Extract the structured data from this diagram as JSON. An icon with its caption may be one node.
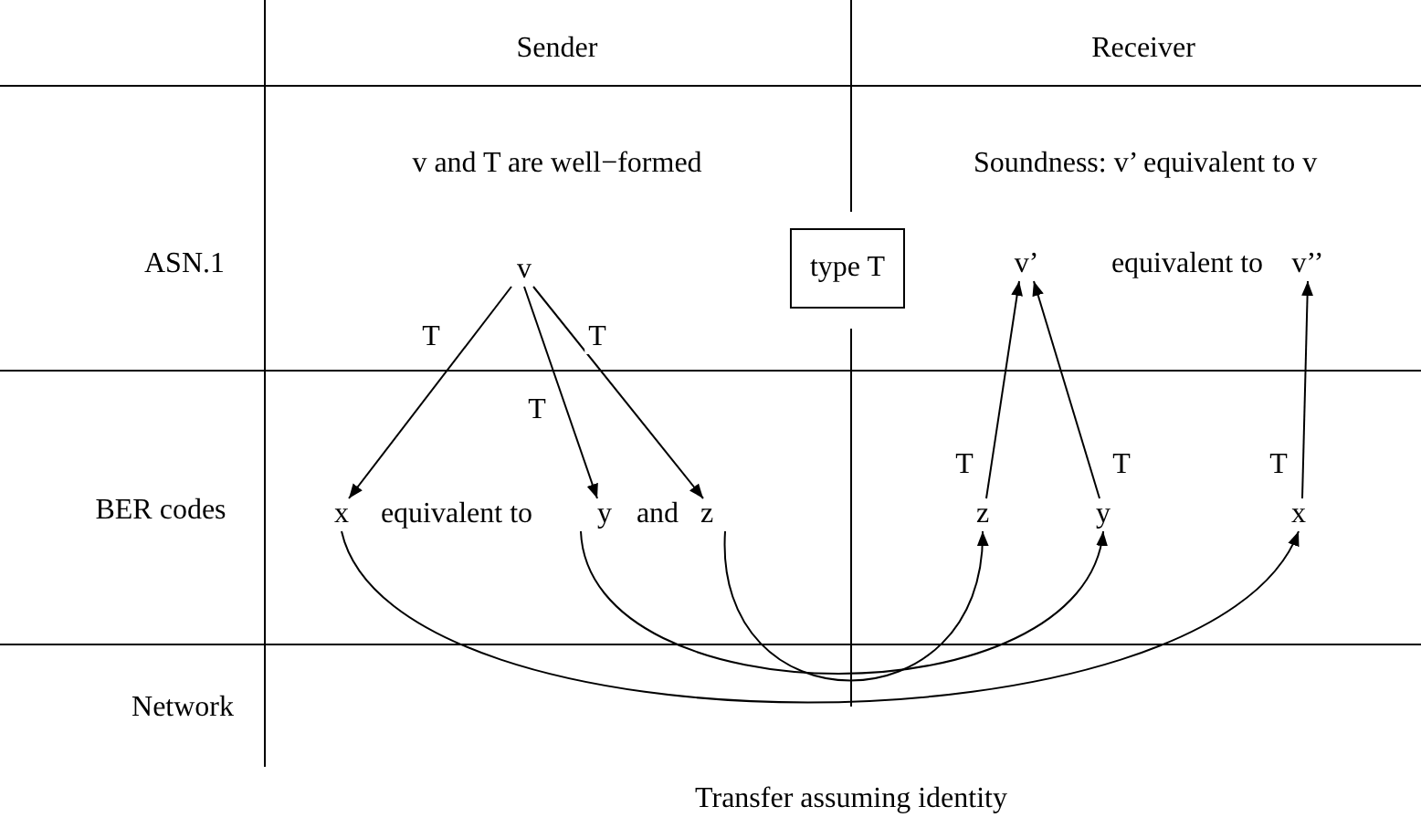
{
  "diagram": {
    "nodes": [
      {
        "text": [
          "v"
        ]
      },
      {
        "text": [
          "type T"
        ]
      },
      {
        "text": [
          "v’"
        ]
      },
      {
        "text": [
          "v’’"
        ]
      },
      {
        "text": [
          "x"
        ]
      },
      {
        "text": [
          "y"
        ]
      },
      {
        "text": [
          "z"
        ]
      },
      {
        "text": [
          "z"
        ]
      },
      {
        "text": [
          "y"
        ]
      },
      {
        "text": [
          "x"
        ]
      }
    ],
    "edges": [
      {
        "from": 0,
        "to": 4,
        "arrow": "to",
        "label": "T"
      },
      {
        "from": 0,
        "to": 5,
        "arrow": "to",
        "label": "T"
      },
      {
        "from": 0,
        "to": 6,
        "arrow": "to",
        "label": "T"
      },
      {
        "from": 7,
        "to": 2,
        "arrow": "to",
        "label": "T"
      },
      {
        "from": 8,
        "to": 2,
        "arrow": "to",
        "label": "T"
      },
      {
        "from": 9,
        "to": 3,
        "arrow": "to",
        "label": "T"
      },
      {
        "from": 4,
        "to": 9,
        "arrow": "to"
      },
      {
        "from": 5,
        "to": 8,
        "arrow": "to"
      },
      {
        "from": 6,
        "to": 7,
        "arrow": "to"
      }
    ],
    "labels": [
      "Sender",
      "Receiver",
      "v and T are well−formed",
      "Soundness: v’ equivalent to v",
      "ASN.1",
      "equivalent to",
      "BER codes",
      "equivalent to",
      "and",
      "Network",
      "Transfer assuming identity"
    ]
  }
}
